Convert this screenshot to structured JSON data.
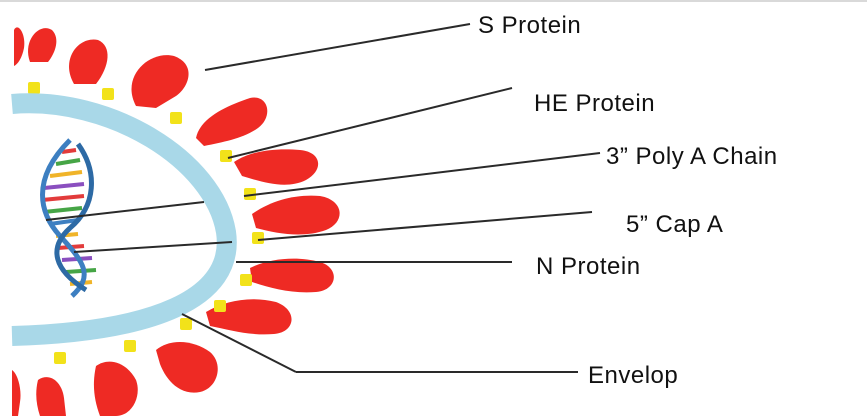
{
  "labels": {
    "s_protein": "S Protein",
    "he_protein": "HE Protein",
    "poly_a_chain": "3” Poly A Chain",
    "cap_a": "5” Cap A",
    "n_protein": "N Protein",
    "envelop": "Envelop"
  },
  "colors": {
    "spike": "#ee2a24",
    "membrane": "#a9d8e8",
    "he_protein": "#f2e21a",
    "leader": "#2a2a2a",
    "dna_blue": "#3d7fc1"
  }
}
